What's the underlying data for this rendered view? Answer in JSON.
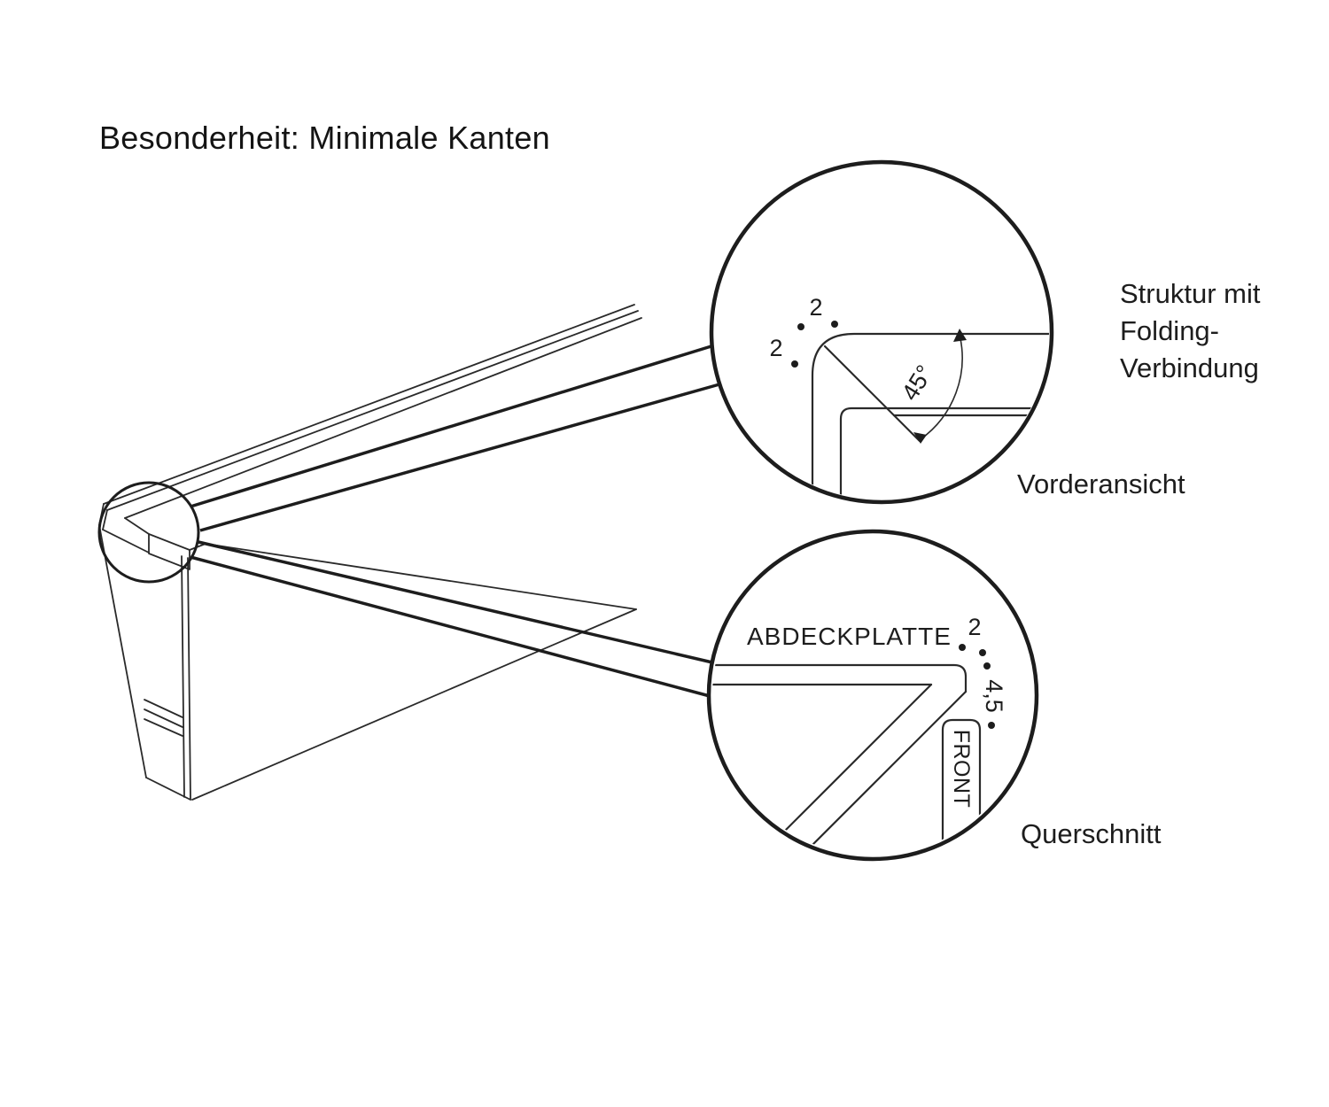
{
  "title": "Besonderheit: Minimale Kanten",
  "colors": {
    "background": "#ffffff",
    "line": "#2a2a2a",
    "accent_line": "#1d1d1d",
    "text": "#1d1d1d"
  },
  "callouts": {
    "front_view": {
      "caption": "Vorderansicht",
      "note_lines": [
        "Struktur mit",
        "Folding-",
        "Verbindung"
      ],
      "dimensions": {
        "radius_top": "2",
        "radius_left": "2",
        "angle": "45°"
      }
    },
    "cross_section": {
      "caption": "Querschnitt",
      "part_label": "ABDECKPLATTE",
      "front_label": "FRONT",
      "dimensions": {
        "edge": "2",
        "thickness": "4,5"
      }
    }
  }
}
